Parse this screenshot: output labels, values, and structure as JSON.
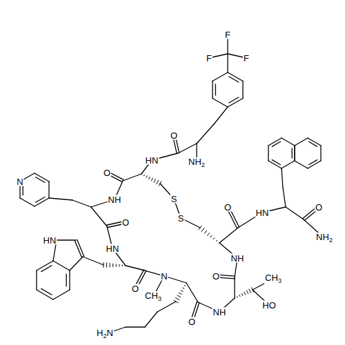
{
  "diagram": {
    "labels": [
      "F",
      "F",
      "F",
      "O",
      "HN",
      "NH2",
      "O",
      "N",
      "S",
      "NH",
      "O",
      "HN",
      "O",
      "S",
      "O",
      "NH2",
      "HN",
      "HN",
      "NH",
      "O",
      "N",
      "CH3",
      "O",
      "CH3",
      "HO",
      "NH",
      "O",
      "H2N"
    ]
  }
}
